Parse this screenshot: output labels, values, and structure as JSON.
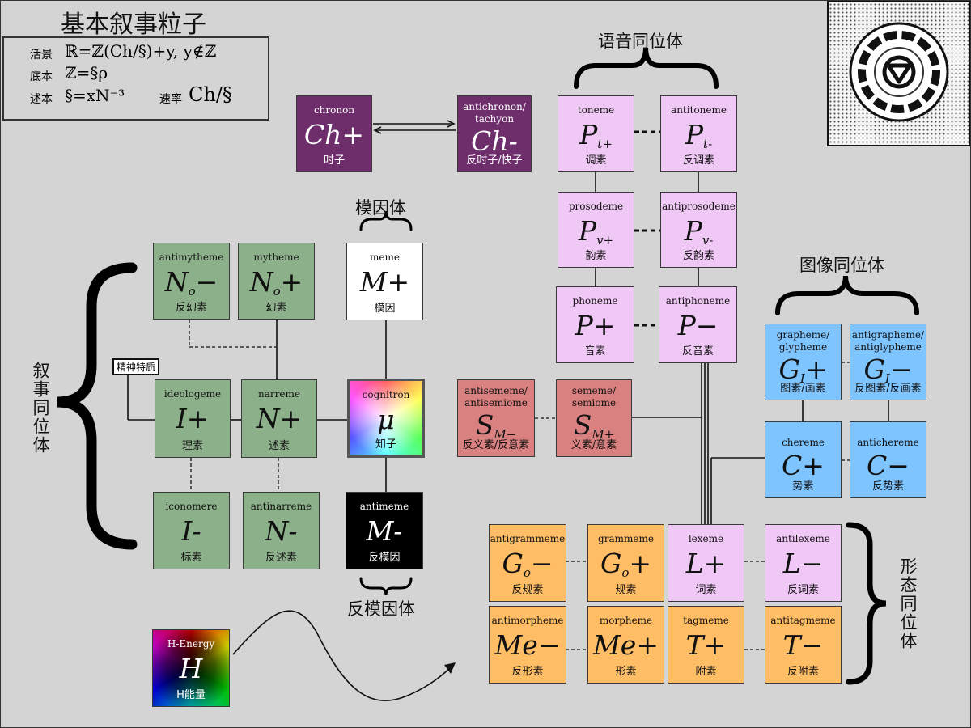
{
  "title": "基本叙事粒子",
  "legend": {
    "row1_label": "活景",
    "row1_formula": "ℝ=ℤ(Ch/§)+y, y∉ℤ",
    "row2_label": "底本",
    "row2_formula": "ℤ=§ρ",
    "row3_label": "述本",
    "row3_formula": "§=xN⁻³",
    "rate_label": "速率",
    "rate_formula": "Ch/§"
  },
  "groups": {
    "phonetic": "语音同位体",
    "meme": "模因体",
    "antimeme": "反模因体",
    "graph": "图像同位体",
    "narrative": "叙事同位体",
    "morph": "形态同位体"
  },
  "tag": "精神特质",
  "colors": {
    "purple": "#6e2e6c",
    "pink": "#f0c8f5",
    "green": "#8cb08a",
    "salmon": "#d98080",
    "blue": "#7ec4ff",
    "orange": "#ffbe66"
  },
  "boxes": {
    "chronon": {
      "en": "chronon",
      "sym": "Ch+",
      "zh": "时子"
    },
    "antichronon": {
      "en": "antichronon/ tachyon",
      "sym": "Ch-",
      "zh": "反时子/快子"
    },
    "toneme": {
      "en": "toneme",
      "sym": "P",
      "sub": "t+",
      "zh": "调素"
    },
    "antitoneme": {
      "en": "antitoneme",
      "sym": "P",
      "sub": "t-",
      "zh": "反调素"
    },
    "prosodeme": {
      "en": "prosodeme",
      "sym": "P",
      "sub": "v+",
      "zh": "韵素"
    },
    "antiprosodeme": {
      "en": "antiprosodeme",
      "sym": "P",
      "sub": "v-",
      "zh": "反韵素"
    },
    "phoneme": {
      "en": "phoneme",
      "sym": "P+",
      "zh": "音素"
    },
    "antiphoneme": {
      "en": "antiphoneme",
      "sym": "P−",
      "zh": "反音素"
    },
    "antimytheme": {
      "en": "antimytheme",
      "sym": "N",
      "sub": "o",
      "sym2": "−",
      "zh": "反幻素"
    },
    "mytheme": {
      "en": "mytheme",
      "sym": "N",
      "sub": "o",
      "sym2": "+",
      "zh": "幻素"
    },
    "meme": {
      "en": "meme",
      "sym": "M+",
      "zh": "模因"
    },
    "ideologeme": {
      "en": "ideologeme",
      "sym": "I+",
      "zh": "理素"
    },
    "narreme": {
      "en": "narreme",
      "sym": "N+",
      "zh": "述素"
    },
    "cognitron": {
      "en": "cognitron",
      "sym": "μ",
      "zh": "知子"
    },
    "iconomere": {
      "en": "iconomere",
      "sym": "I-",
      "zh": "标素"
    },
    "antinarreme": {
      "en": "antinarreme",
      "sym": "N-",
      "zh": "反述素"
    },
    "antimeme": {
      "en": "antimeme",
      "sym": "M-",
      "zh": "反模因"
    },
    "antisememe": {
      "en": "antisememe/ antisemiome",
      "sym": "S",
      "sub": "M−",
      "zh": "反义素/反意素"
    },
    "sememe": {
      "en": "sememe/ semiome",
      "sym": "S",
      "sub": "M+",
      "zh": "义素/意素"
    },
    "grapheme": {
      "en": "grapheme/ glypheme",
      "sym": "G",
      "sub": "I",
      "sym2": "+",
      "zh": "图素/画素"
    },
    "antigrapheme": {
      "en": "antigrapheme/ antiglypheme",
      "sym": "G",
      "sub": "I",
      "sym2": "−",
      "zh": "反图素/反画素"
    },
    "chereme": {
      "en": "chereme",
      "sym": "C+",
      "zh": "势素"
    },
    "antichereme": {
      "en": "antichereme",
      "sym": "C−",
      "zh": "反势素"
    },
    "antigrammeme": {
      "en": "antigrammeme",
      "sym": "G",
      "sub": "o",
      "sym2": "−",
      "zh": "反规素"
    },
    "grammeme": {
      "en": "grammeme",
      "sym": "G",
      "sub": "o",
      "sym2": "+",
      "zh": "规素"
    },
    "lexeme": {
      "en": "lexeme",
      "sym": "L+",
      "zh": "词素"
    },
    "antilexeme": {
      "en": "antilexeme",
      "sym": "L−",
      "zh": "反词素"
    },
    "antimorpheme": {
      "en": "antimorpheme",
      "sym": "Me−",
      "zh": "反形素"
    },
    "morpheme": {
      "en": "morpheme",
      "sym": "Me+",
      "zh": "形素"
    },
    "tagmeme": {
      "en": "tagmeme",
      "sym": "T+",
      "zh": "附素"
    },
    "antitagmeme": {
      "en": "antitagmeme",
      "sym": "T−",
      "zh": "反附素"
    },
    "henergy": {
      "en": "H-Energy",
      "sym": "H",
      "zh": "H能量"
    }
  },
  "icons": {
    "logo": "scp-style-emblem-icon",
    "arrow": "wavy-arrow-icon"
  }
}
